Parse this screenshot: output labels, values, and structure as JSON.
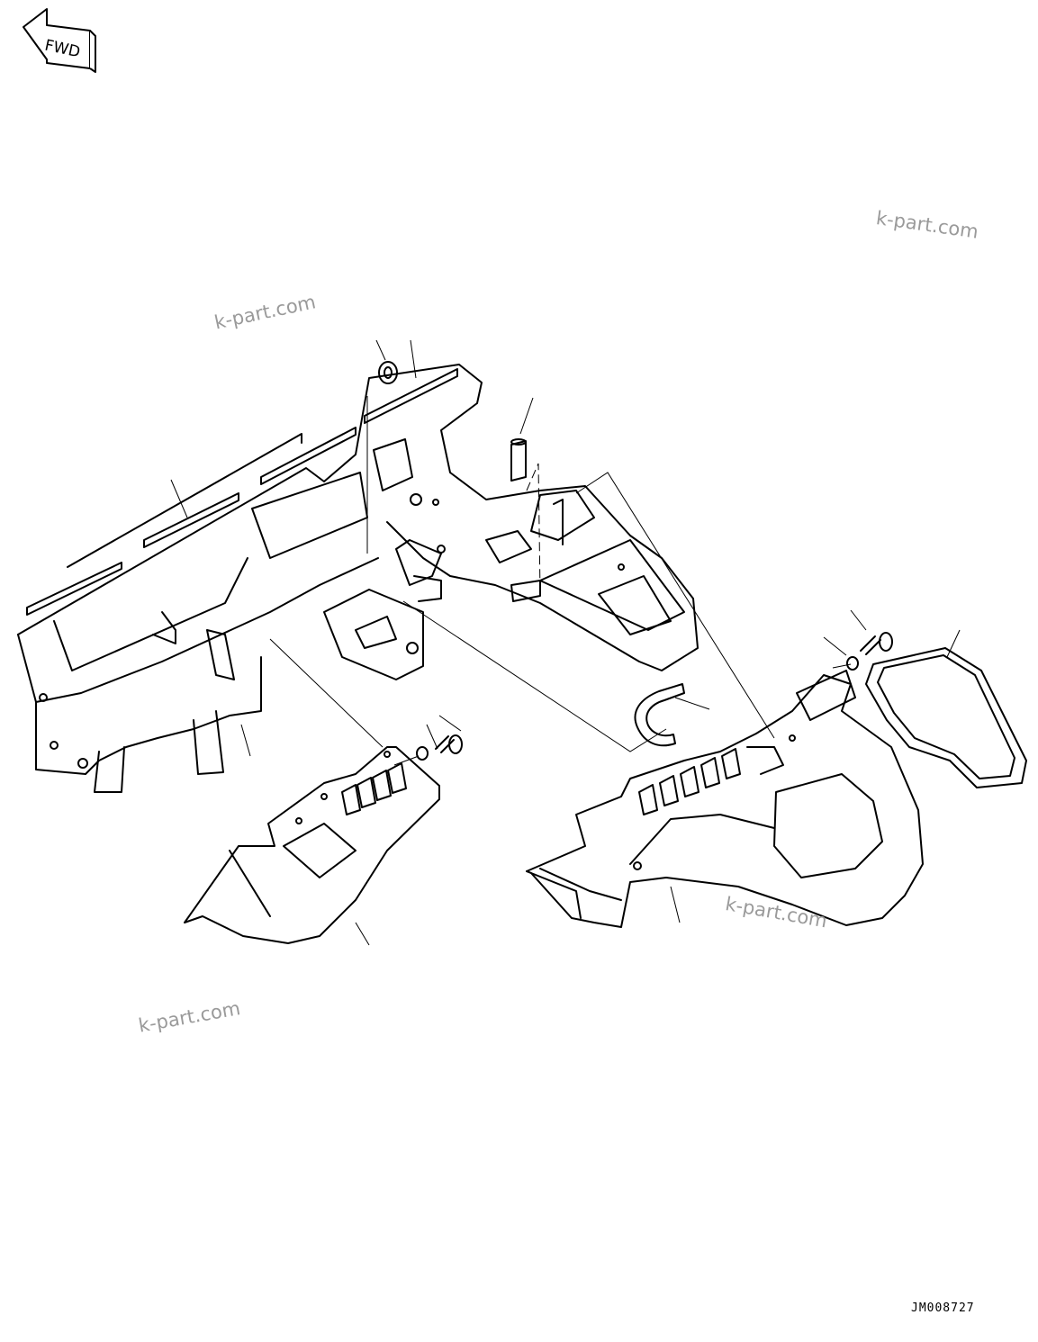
{
  "fwd_indicator": {
    "label": "FWD"
  },
  "watermarks": [
    "k-part.com",
    "k-part.com",
    "k-part.com",
    "k-part.com"
  ],
  "drawing_id": "JM008727"
}
